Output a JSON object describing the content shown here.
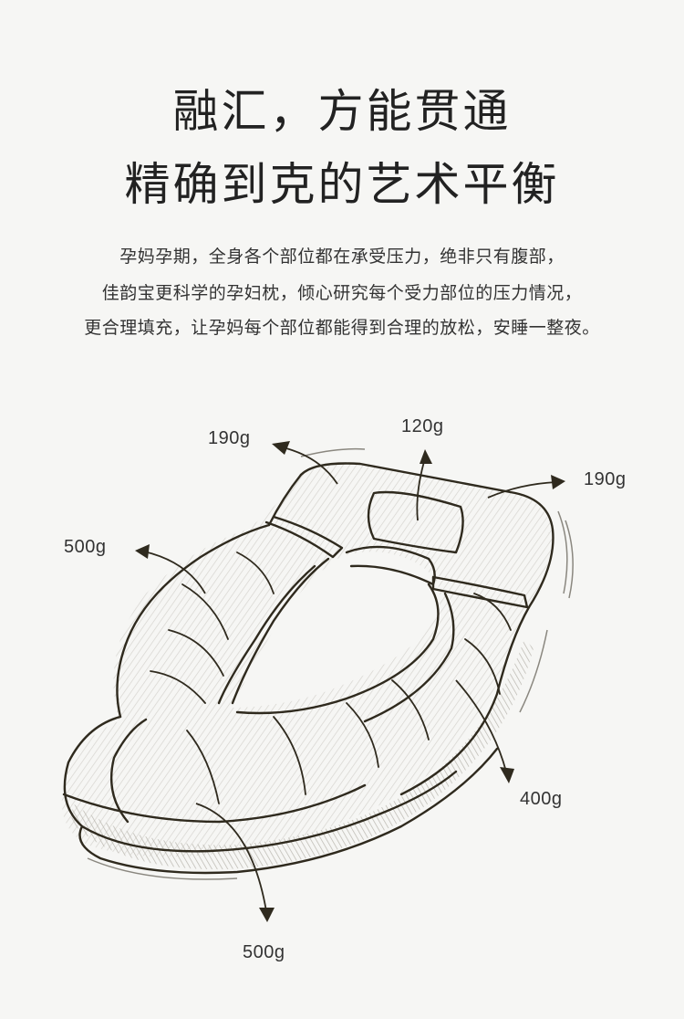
{
  "heading": {
    "line1": "融汇，方能贯通",
    "line2": "精确到克的艺术平衡"
  },
  "description": {
    "lines": [
      "孕妈孕期，全身各个部位都在承受压力，绝非只有腹部，",
      "佳韵宝更科学的孕妇枕，倾心研究每个受力部位的压力情况，",
      "更合理填充，让孕妈每个部位都能得到合理的放松，安睡一整夜。"
    ]
  },
  "weights": {
    "top_left": "190g",
    "top_center": "120g",
    "top_right": "190g",
    "left_arm": "500g",
    "right_side": "400g",
    "bottom": "500g"
  },
  "colors": {
    "background": "#f6f6f4",
    "ink": "#2f2a1e"
  }
}
